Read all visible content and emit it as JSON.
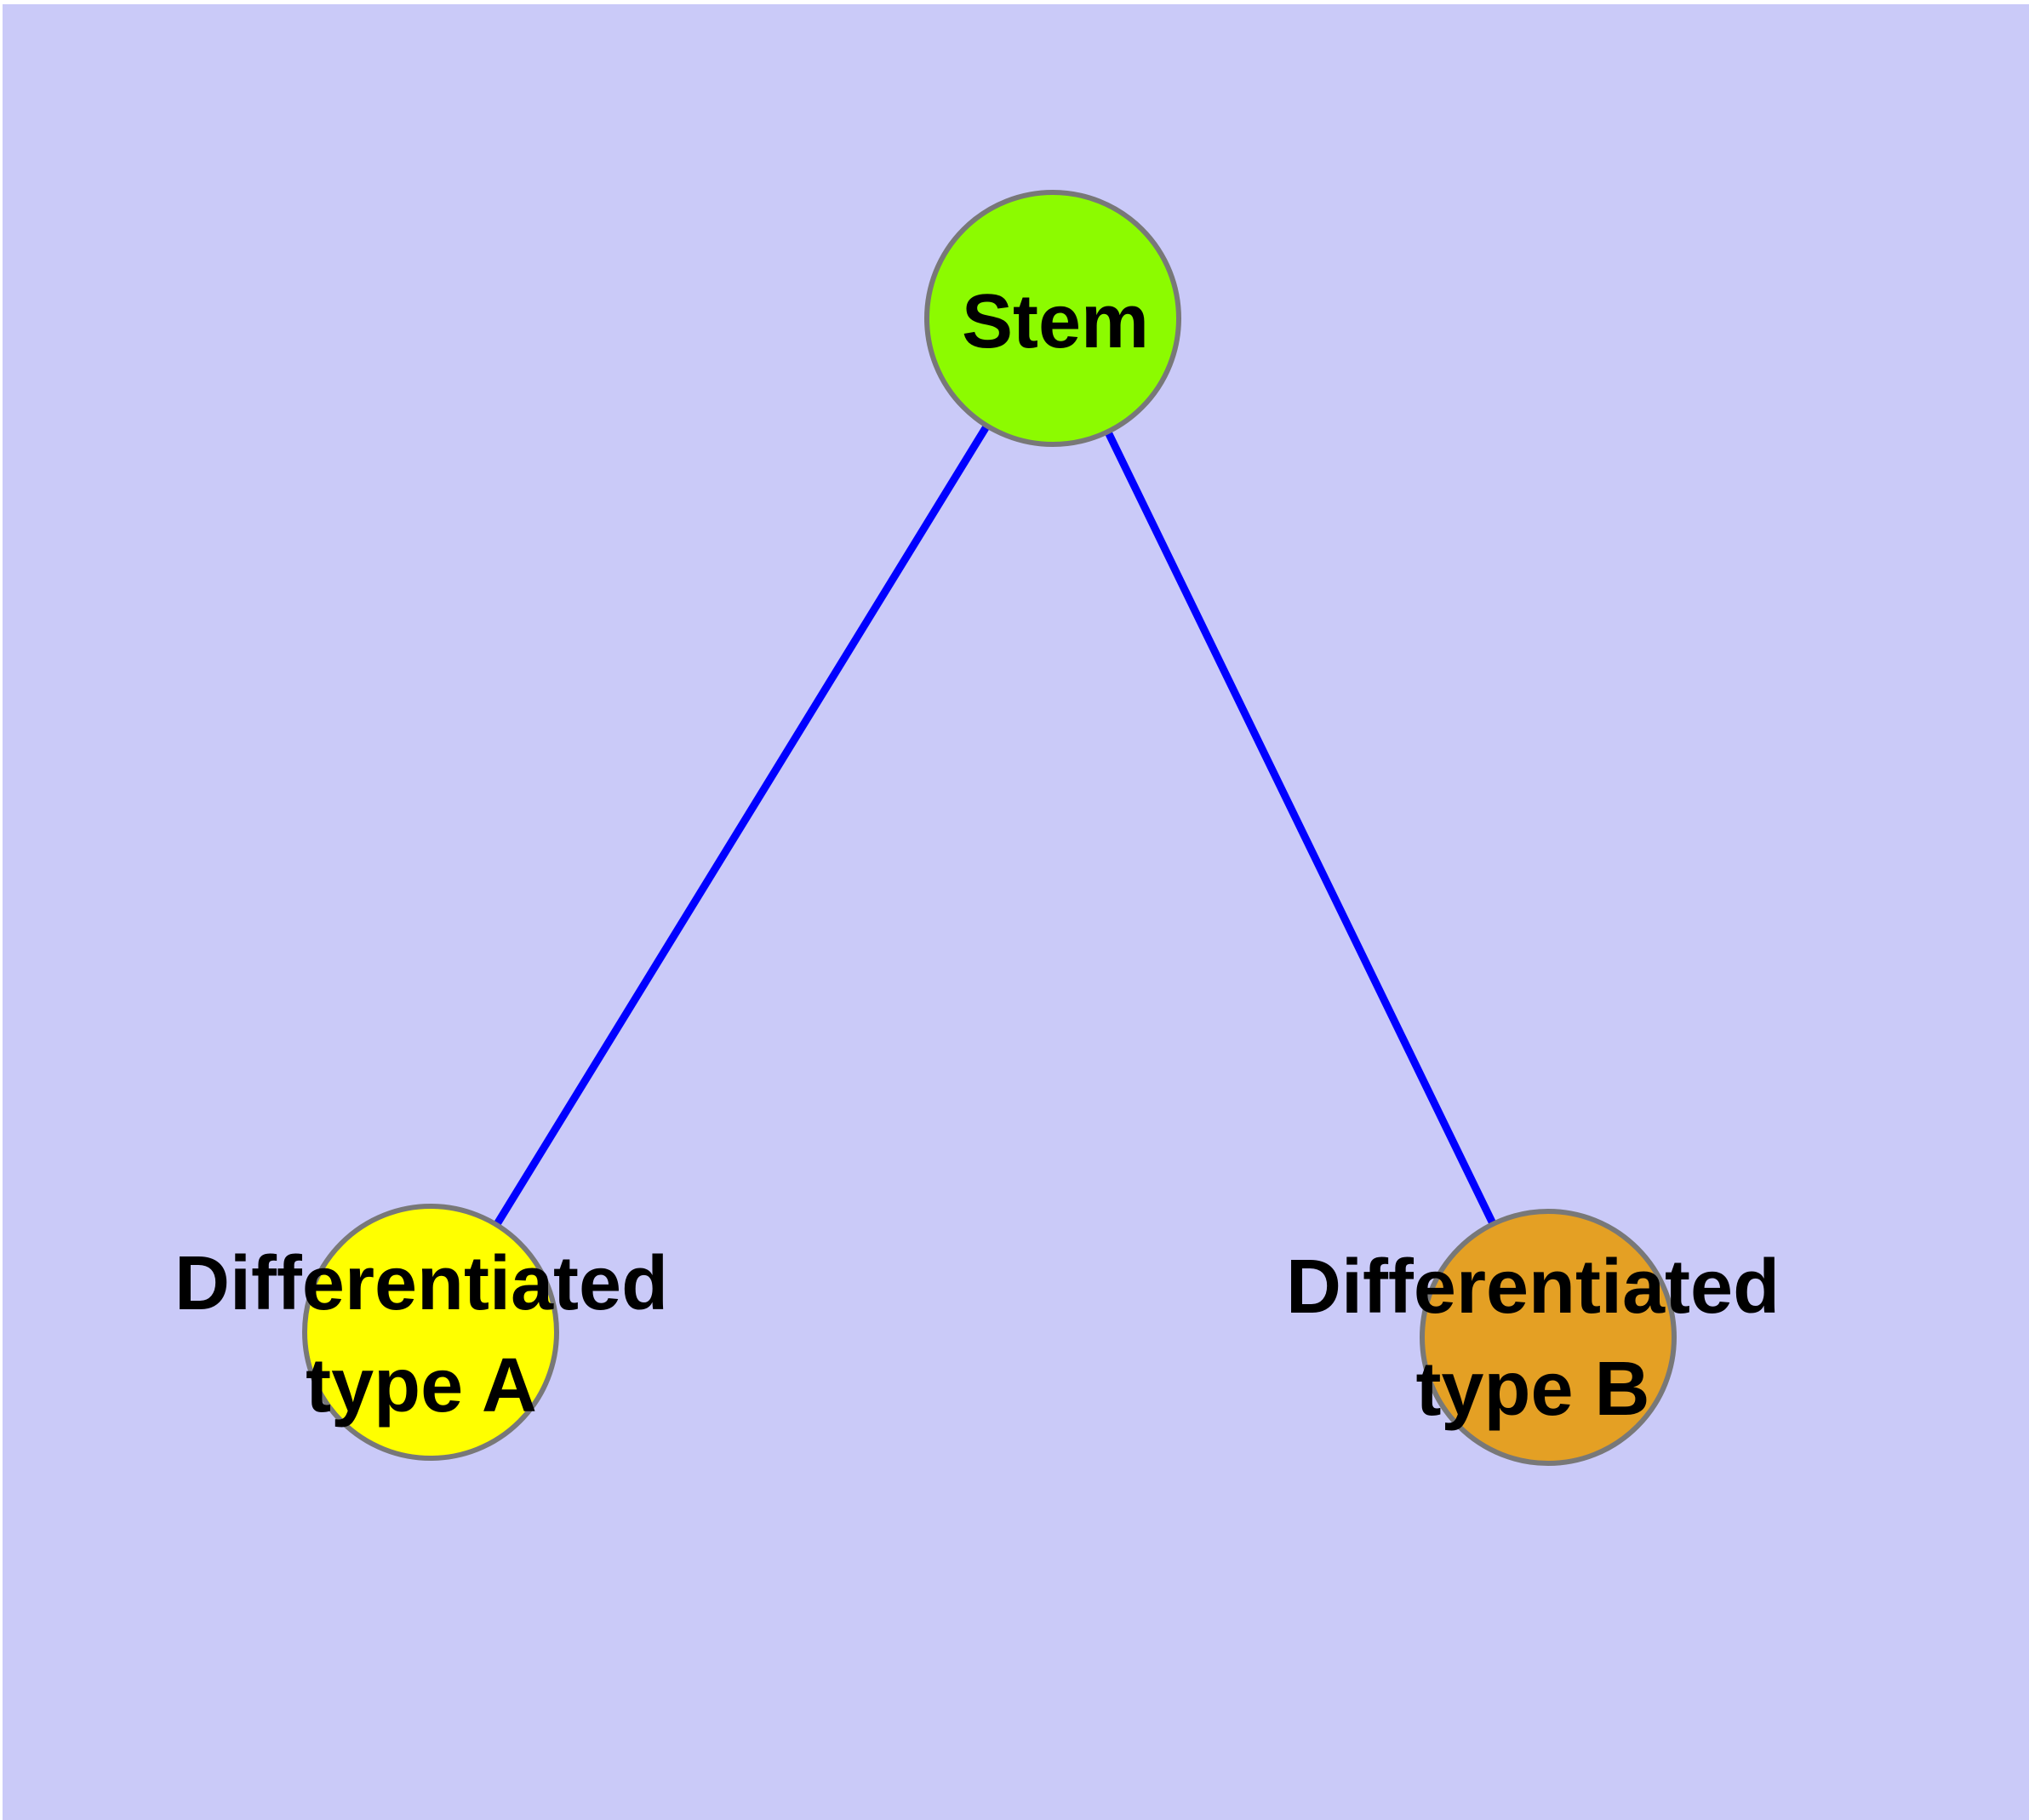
{
  "graph": {
    "background_color": "#CACAF8",
    "margin_color": "#FFFFFF",
    "edge_color": "#0000FF",
    "node_border_color": "#787878",
    "label_color": "#000000",
    "nodes": [
      {
        "id": "stem",
        "label_lines": [
          "Stem"
        ],
        "fill": "#8CFB00"
      },
      {
        "id": "differentiated-type-a",
        "label_lines": [
          "Differentiated",
          "type A"
        ],
        "fill": "#FFFF00"
      },
      {
        "id": "differentiated-type-b",
        "label_lines": [
          "Differentiated",
          "type B"
        ],
        "fill": "#E4A024"
      }
    ],
    "edges": [
      {
        "from": "stem",
        "to": "differentiated-type-a"
      },
      {
        "from": "stem",
        "to": "differentiated-type-b"
      }
    ]
  }
}
